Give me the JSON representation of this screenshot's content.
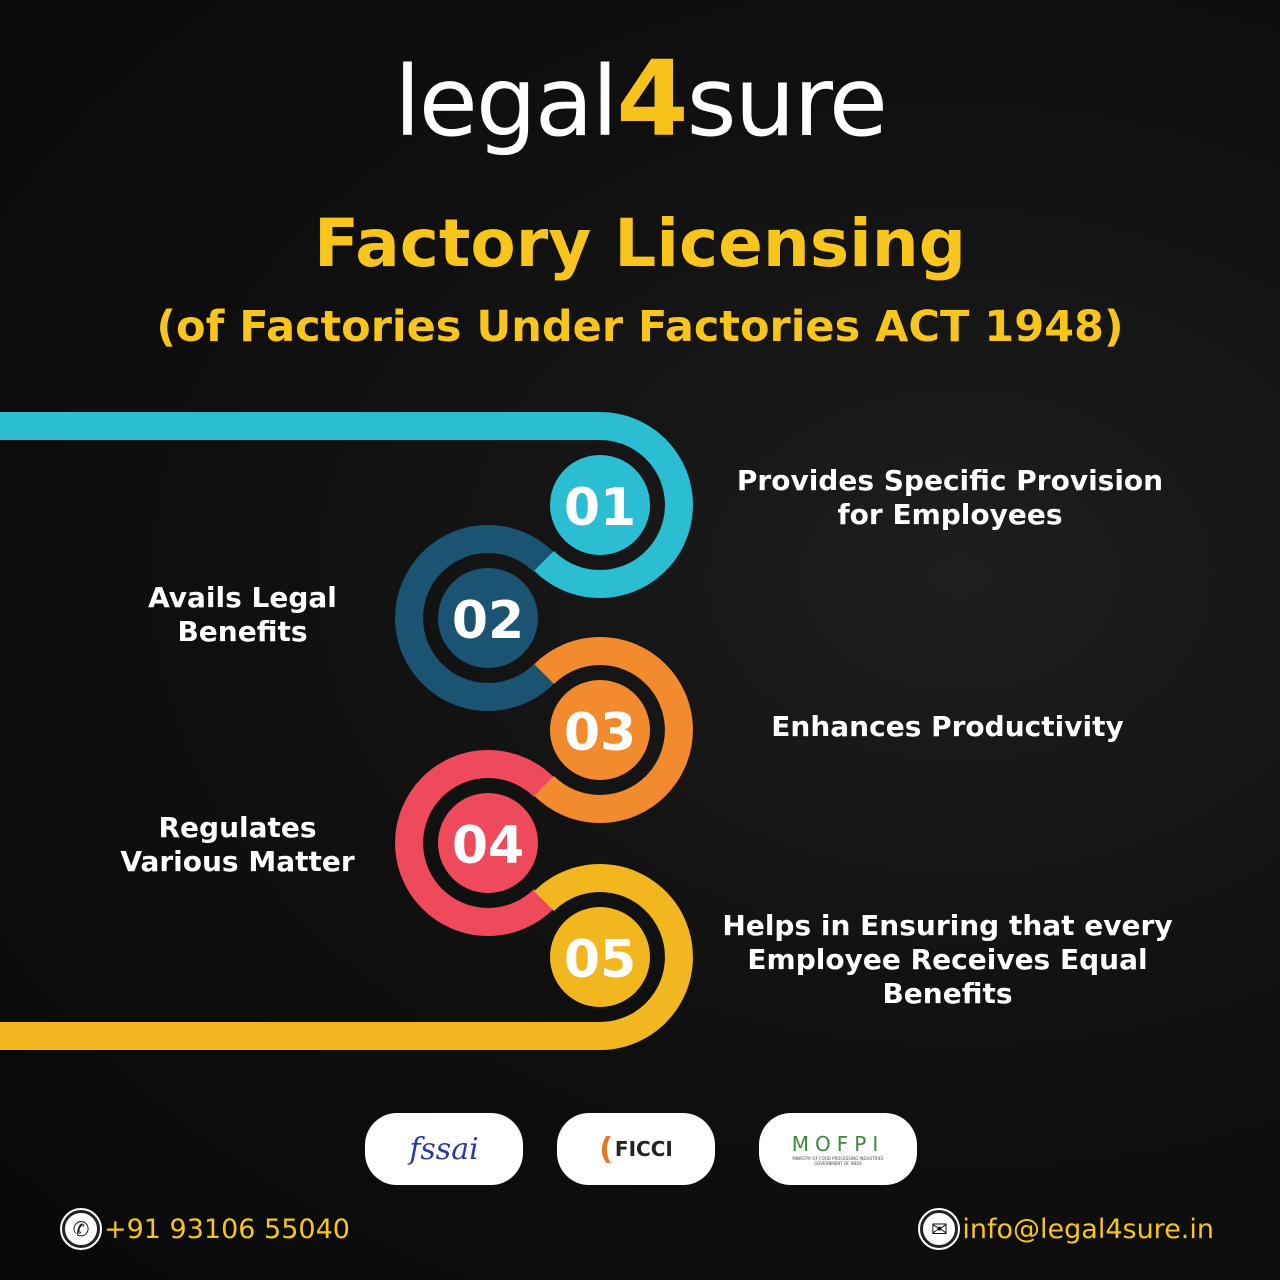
{
  "logo": {
    "part1": "legal",
    "part2": "4",
    "part3": "sure"
  },
  "title": "Factory Licensing",
  "subtitle": "(of Factories Under Factories ACT 1948)",
  "steps": [
    {
      "number": "01",
      "text": "Provides Specific Provision for Employees",
      "color": "#2bbdd1"
    },
    {
      "number": "02",
      "text": "Avails Legal Benefits",
      "color": "#1b5372"
    },
    {
      "number": "03",
      "text": "Enhances Productivity",
      "color": "#f28a2e"
    },
    {
      "number": "04",
      "text": "Regulates Various Matter",
      "color": "#ee4a5c"
    },
    {
      "number": "05",
      "text": "Helps in Ensuring that every Employee Receives Equal Benefits",
      "color": "#f2b71f"
    }
  ],
  "partners": [
    {
      "name": "fssai"
    },
    {
      "name": "FICCI"
    },
    {
      "name": "MOFPI",
      "subtext": "MINISTRY OF FOOD PROCESSING INDUSTRIES GOVERNMENT OF INDIA"
    }
  ],
  "footer": {
    "phone": "+91 93106 55040",
    "email": "info@legal4sure.in",
    "phone_icon": "phone-icon",
    "email_icon": "mail-icon"
  }
}
